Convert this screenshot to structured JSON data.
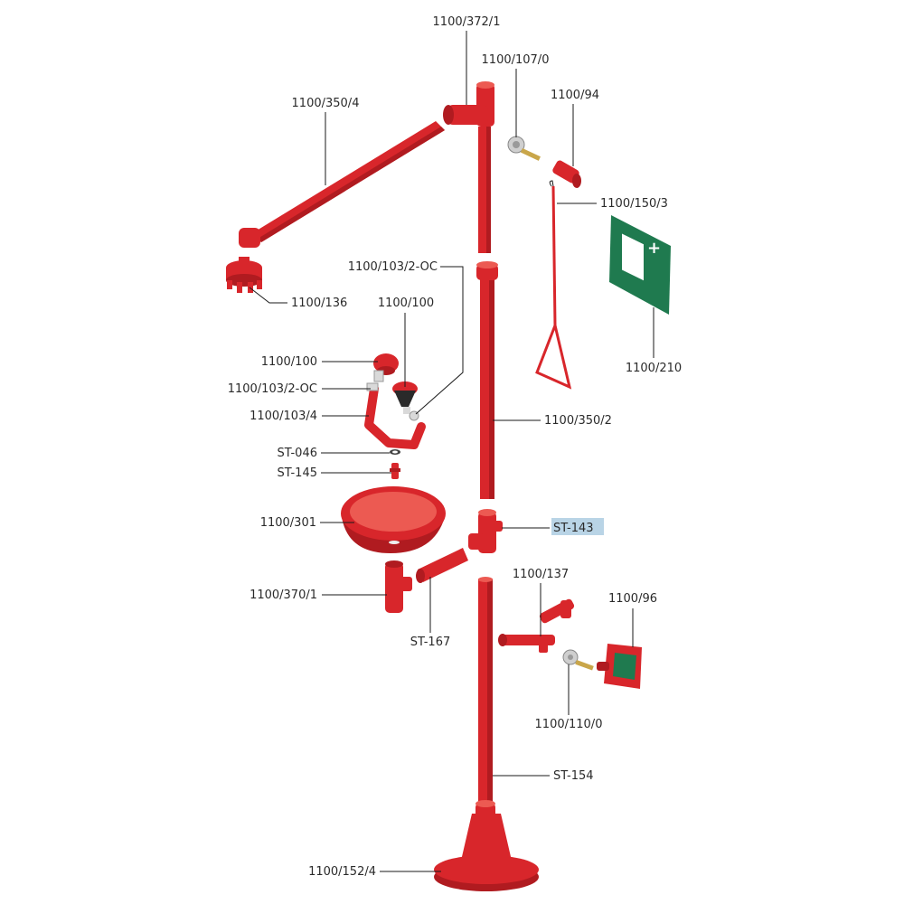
{
  "labels": {
    "p1100_372_1": "1100/372/1",
    "p1100_107_0": "1100/107/0",
    "p1100_94": "1100/94",
    "p1100_350_4": "1100/350/4",
    "p1100_150_3": "1100/150/3",
    "p1100_103_2_oc_top": "1100/103/2-OC",
    "p1100_136": "1100/136",
    "p1100_100_right": "1100/100",
    "p1100_210": "1100/210",
    "p1100_100_left": "1100/100",
    "p1100_103_2_oc_left": "1100/103/2-OC",
    "p1100_103_4": "1100/103/4",
    "p1100_350_2": "1100/350/2",
    "st_046": "ST-046",
    "st_145": "ST-145",
    "p1100_301": "1100/301",
    "st_143": "ST-143",
    "p1100_137": "1100/137",
    "p1100_370_1": "1100/370/1",
    "p1100_96": "1100/96",
    "st_167": "ST-167",
    "p1100_110_0": "1100/110/0",
    "st_154": "ST-154",
    "p1100_152_4": "1100/152/4"
  },
  "colors": {
    "pipe": "#d8262b",
    "pipe_dark": "#b01b20",
    "sign_green": "#1f7a4f",
    "highlight": "#b9d4e6"
  },
  "highlighted_label": "ST-143"
}
